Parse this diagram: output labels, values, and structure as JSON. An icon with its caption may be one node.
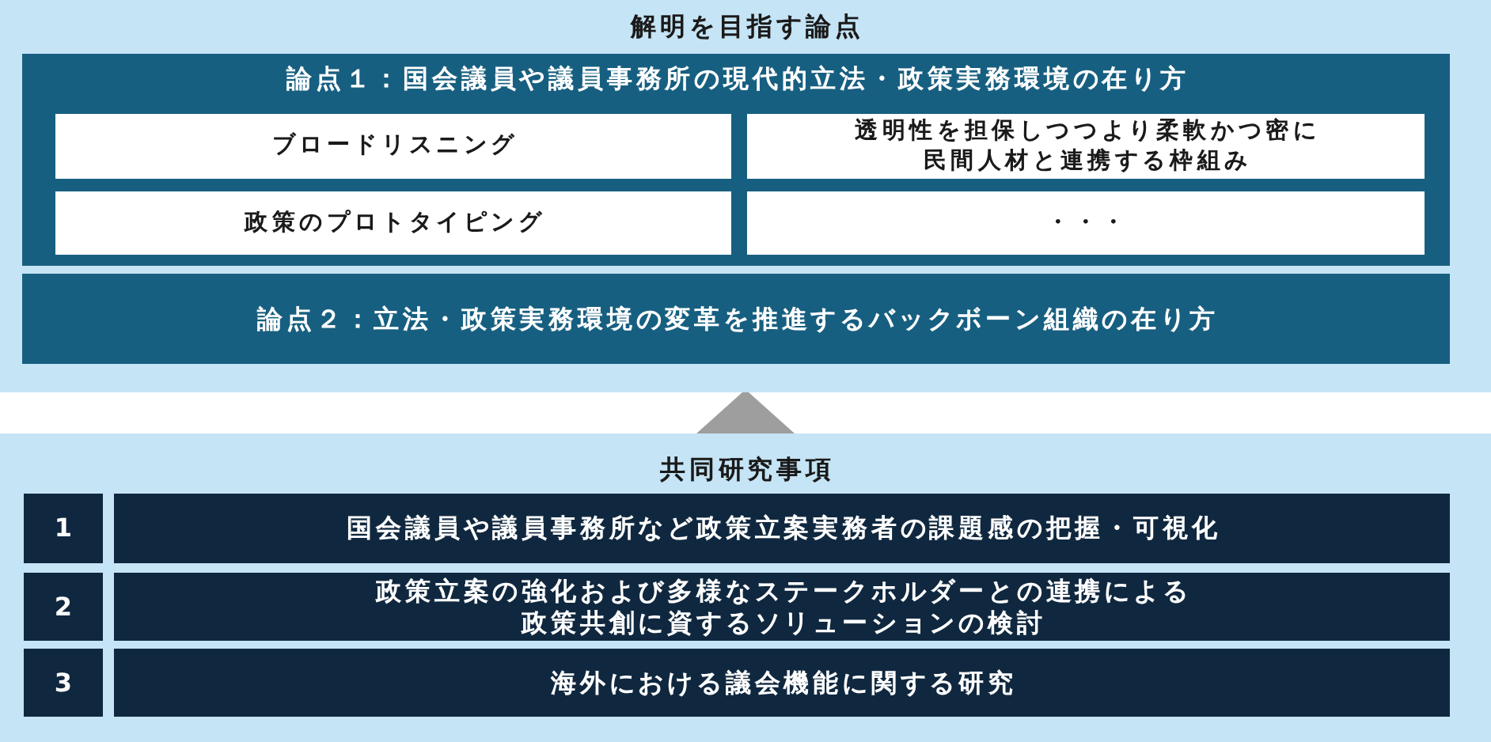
{
  "diagram": {
    "nodes": [
      {
        "text": [
          "解明を目指す論点"
        ]
      },
      {
        "text": [
          "論点１：国会議員や議員事務所の現代的立法・政策実務環境の在り方"
        ],
        "in": 0
      },
      {
        "text": [
          "ブロードリスニング"
        ],
        "in": 1
      },
      {
        "text": [
          "透明性を担保しつつより柔軟かつ密に民間人材と連携する枠組み"
        ],
        "in": 1
      },
      {
        "text": [
          "政策のプロトタイピング"
        ],
        "in": 1
      },
      {
        "text": [
          "・・・"
        ],
        "in": 1
      },
      {
        "text": [
          "論点２：立法・政策実務環境の変革を推進するバックボーン組織の在り方"
        ],
        "in": 0
      },
      {
        "text": [
          "共同研究事項"
        ]
      },
      {
        "text": [
          "1"
        ],
        "in": 7
      },
      {
        "text": [
          "国会議員や議員事務所など政策立案実務者の課題感の把握・可視化"
        ],
        "in": 7
      },
      {
        "text": [
          "2"
        ],
        "in": 7
      },
      {
        "text": [
          "政策立案の強化および多様なステークホルダーとの連携による政策共創に資するソリューションの検討"
        ],
        "in": 7
      },
      {
        "text": [
          "3"
        ],
        "in": 7
      },
      {
        "text": [
          "海外における議会機能に関する研究"
        ],
        "in": 7
      }
    ],
    "edges": [
      {
        "from": 7,
        "to": 0,
        "arrow": "to"
      }
    ]
  }
}
